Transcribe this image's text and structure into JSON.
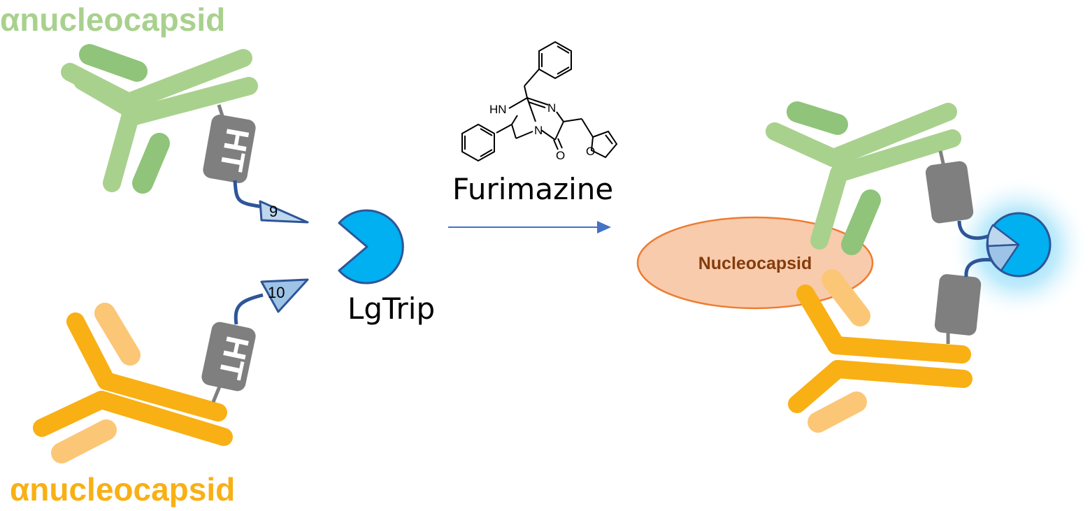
{
  "labels": {
    "antibody_top": "αnucleocapsid",
    "antibody_bottom": "αnucleocapsid",
    "halotag_top": "HT",
    "halotag_bottom": "HT",
    "smbit_top": "9",
    "smbit_bottom": "10",
    "lgtrip": "LgTrip",
    "substrate": "Furimazine",
    "antigen": "Nucleocapsid",
    "chem_nh": "HN",
    "chem_n": "N",
    "chem_o_carbonyl": "O",
    "chem_o_furan": "O"
  },
  "colors": {
    "green_light": "#a9d18e",
    "green_mid": "#8fc47a",
    "orange": "#f9b015",
    "orange_light": "#fbc777",
    "gray": "#7f7f7f",
    "navy_linker": "#2f5597",
    "tag_fill": "#bdd7ee",
    "tag_fill_dark": "#9dc3e6",
    "lgtrip_blue": "#00b0f0",
    "arrow_blue": "#4472c4",
    "antigen_fill": "#f8cbad",
    "antigen_stroke": "#ed7d31",
    "antigen_text": "#843c0c"
  },
  "icons": {
    "antibody_top": "antibody-icon",
    "antibody_bottom": "antibody-icon",
    "lgtrip": "pacman-icon",
    "luminescence": "glow-icon"
  }
}
